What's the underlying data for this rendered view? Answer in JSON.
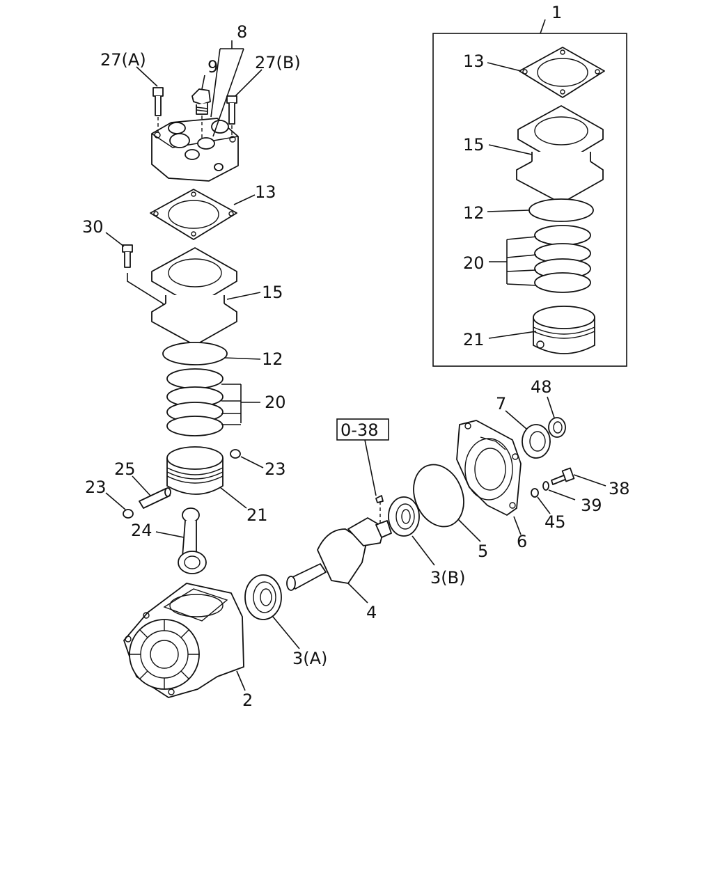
{
  "labels": {
    "l1": "1",
    "l8": "8",
    "l9": "9",
    "l27a": "27(A)",
    "l27b": "27(B)",
    "l13": "13",
    "l30": "30",
    "l15": "15",
    "l12": "12",
    "l20": "20",
    "l23r": "23",
    "l25": "25",
    "l23l": "23",
    "l21": "21",
    "l24": "24",
    "l2": "2",
    "l3a": "3(A)",
    "l4": "4",
    "l3b": "3(B)",
    "l5": "5",
    "l6": "6",
    "l7": "7",
    "l48": "48",
    "l38": "38",
    "l39": "39",
    "l45": "45",
    "ref038": "0-38",
    "k13": "13",
    "k15": "15",
    "k12": "12",
    "k20": "20",
    "k21": "21"
  }
}
